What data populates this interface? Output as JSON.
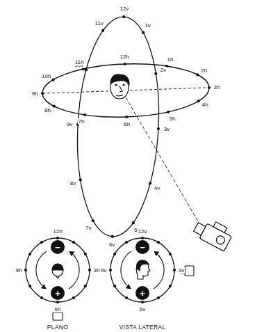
{
  "diagram": {
    "nodes": [
      {
        "text": [
          "−"
        ]
      },
      {
        "text": [
          "+"
        ]
      },
      {
        "text": [
          "−"
        ]
      },
      {
        "text": [
          "+"
        ]
      }
    ],
    "labels": [
      "12v",
      "1v",
      "2v",
      "3v",
      "4v",
      "5v",
      "6v",
      "7v",
      "8v",
      "9v",
      "10v",
      "11v",
      "12h",
      "1h",
      "2h",
      "3h",
      "4h",
      "5h",
      "6h",
      "7h",
      "8h",
      "9h",
      "10h",
      "11h",
      "12h",
      "3h",
      "6h",
      "9h",
      "12v",
      "3v",
      "6v",
      "9v",
      "PLANO",
      "VISTA LATERAL"
    ]
  }
}
